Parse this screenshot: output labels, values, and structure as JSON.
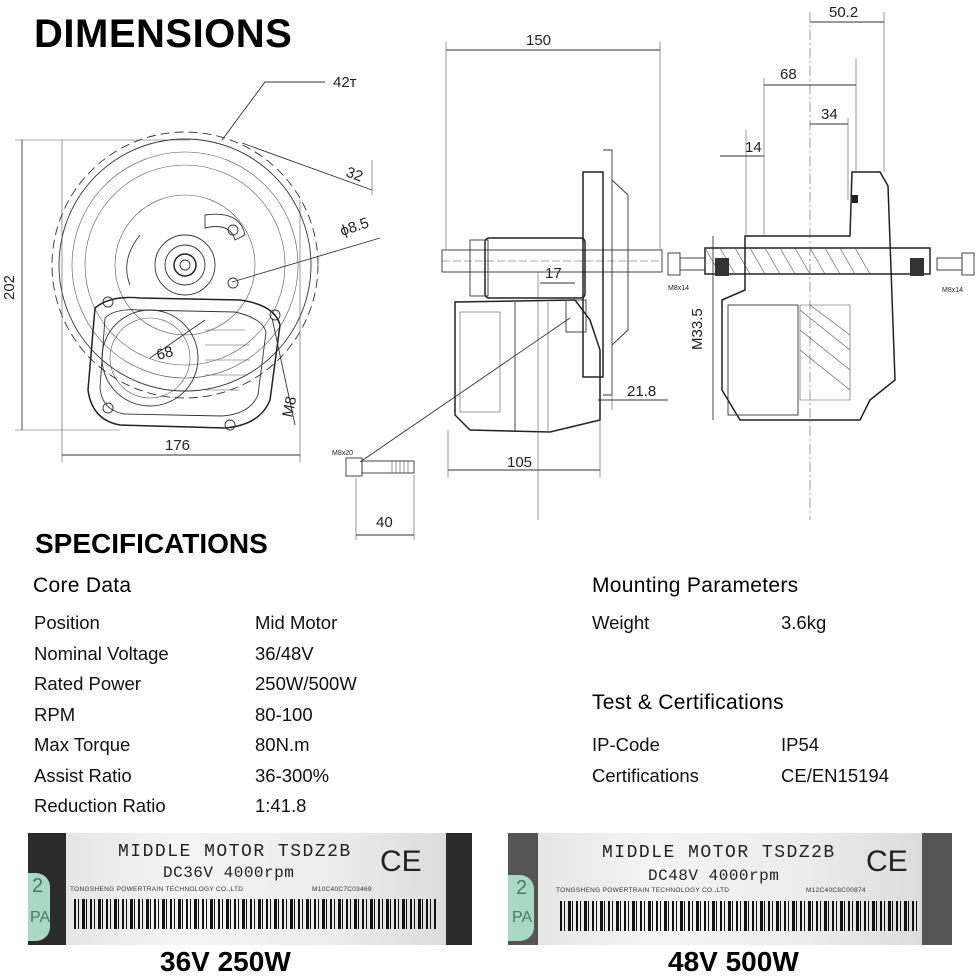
{
  "header": {
    "title": "DIMENSIONS"
  },
  "dimensions": {
    "d_42t": "42т",
    "d_32": "32",
    "d_phi": "ϕ8.5",
    "d_202": "202",
    "d_68a": "68",
    "d_m8": "M8",
    "d_176": "176",
    "d_m8x20": "M8x20",
    "d_40": "40",
    "d_150": "150",
    "d_17": "17",
    "d_105": "105",
    "d_21_8": "21.8",
    "d_m33_5": "M33.5",
    "d_50_2": "50.2",
    "d_68b": "68",
    "d_34": "34",
    "d_14": "14",
    "d_m8x14a": "M8x14",
    "d_m8x14b": "M8x14"
  },
  "specs": {
    "title": "SPECIFICATIONS",
    "core": {
      "title": "Core Data",
      "rows": [
        {
          "label": "Position",
          "value": "Mid Motor"
        },
        {
          "label": "Nominal Voltage",
          "value": "36/48V"
        },
        {
          "label": "Rated Power",
          "value": "250W/500W"
        },
        {
          "label": "RPM",
          "value": "80-100"
        },
        {
          "label": "Max Torque",
          "value": "80N.m"
        },
        {
          "label": "Assist Ratio",
          "value": "36-300%"
        },
        {
          "label": "Reduction Ratio",
          "value": "1:41.8"
        }
      ]
    },
    "mounting": {
      "title": "Mounting Parameters",
      "rows": [
        {
          "label": "Weight",
          "value": "3.6kg"
        }
      ]
    },
    "tests": {
      "title": "Test & Certifications",
      "rows": [
        {
          "label": "IP-Code",
          "value": "IP54"
        },
        {
          "label": "Certifications",
          "value": "CE/EN15194"
        }
      ]
    }
  },
  "labels": [
    {
      "model": "MIDDLE MOTOR TSDZ2B",
      "rating": "DC36V 4000rpm",
      "maker": "TONGSHENG POWERTRAIN TECHNOLOGY CO.,LTD",
      "serial": "M10C40C7C03469",
      "mark": "CE",
      "tag_text": "2",
      "tag_text2": "PA",
      "caption": "36V 250W"
    },
    {
      "model": "MIDDLE MOTOR TSDZ2B",
      "rating": "DC48V 4000rpm",
      "maker": "TONGSHENG POWERTRAIN TECHNOLOGY CO.,LTD",
      "serial": "M12C40C8C00874",
      "mark": "CE",
      "tag_text": "2",
      "tag_text2": "PA",
      "caption": "48V 500W"
    }
  ]
}
